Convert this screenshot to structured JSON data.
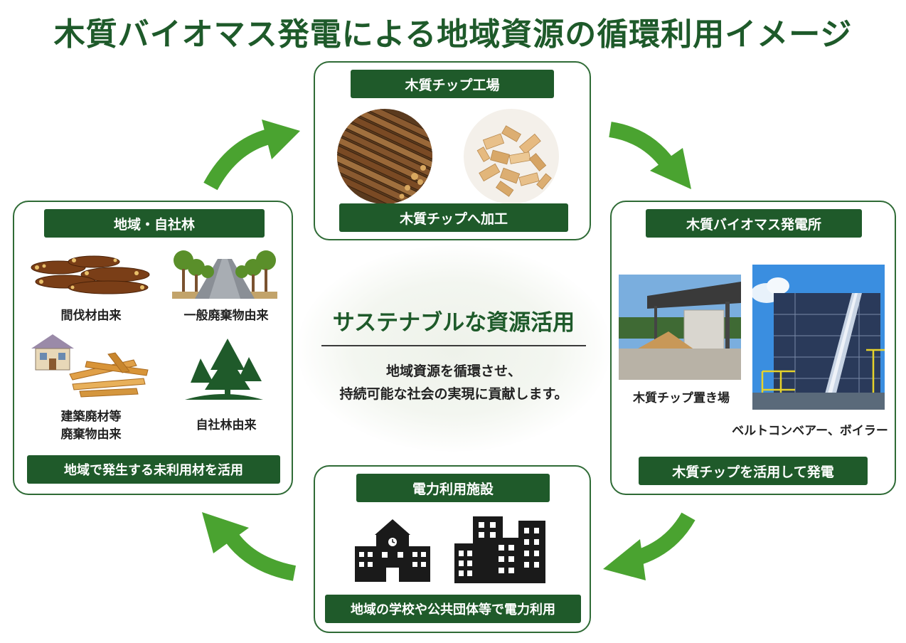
{
  "title": "木質バイオマス発電による地域資源の循環利用イメージ",
  "center": {
    "title": "サステナブルな資源活用",
    "line1": "地域資源を循環させ、",
    "line2": "持続可能な社会の実現に貢献します。"
  },
  "forest": {
    "header": "地域・自社林",
    "items": [
      "間伐材由来",
      "一般廃棄物由来",
      "建築廃材等",
      "廃棄物由来",
      "自社林由来"
    ],
    "footer": "地域で発生する未利用材を活用"
  },
  "chip_factory": {
    "header": "木質チップ工場",
    "footer": "木質チップへ加工"
  },
  "power_plant": {
    "header": "木質バイオマス発電所",
    "photo1_caption": "木質チップ置き場",
    "photo2_caption": "ベルトコンベアー、ボイラー",
    "footer": "木質チップを活用して発電"
  },
  "facilities": {
    "header": "電力利用施設",
    "footer": "地域の学校や公共団体等で電力利用"
  },
  "colors": {
    "dark_green": "#1f5a2a",
    "arrow_green": "#4aa330",
    "border_green": "#2f6b36"
  },
  "icons": [
    "logs-icon",
    "tree-road-icon",
    "house-icon",
    "lumber-icon",
    "forest-icon",
    "school-icon",
    "buildings-icon",
    "cycle-arrow-icon"
  ]
}
